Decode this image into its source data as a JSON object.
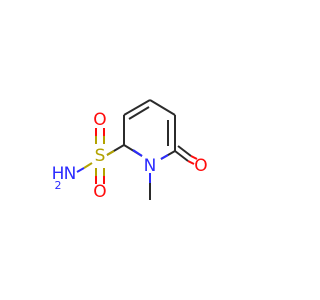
{
  "molecule": {
    "atoms": {
      "n_ring": "N",
      "o_ketone": "O",
      "s": "S",
      "o_sulfonyl_top": "O",
      "o_sulfonyl_bottom": "O",
      "nh2_h": "H",
      "nh2_n": "N",
      "nh2_sub": "2"
    }
  },
  "colors": {
    "bond": "#2b2b2b",
    "nitrogen": "#2c2cff",
    "oxygen": "#ff0d0d",
    "sulfur": "#b3a300"
  }
}
